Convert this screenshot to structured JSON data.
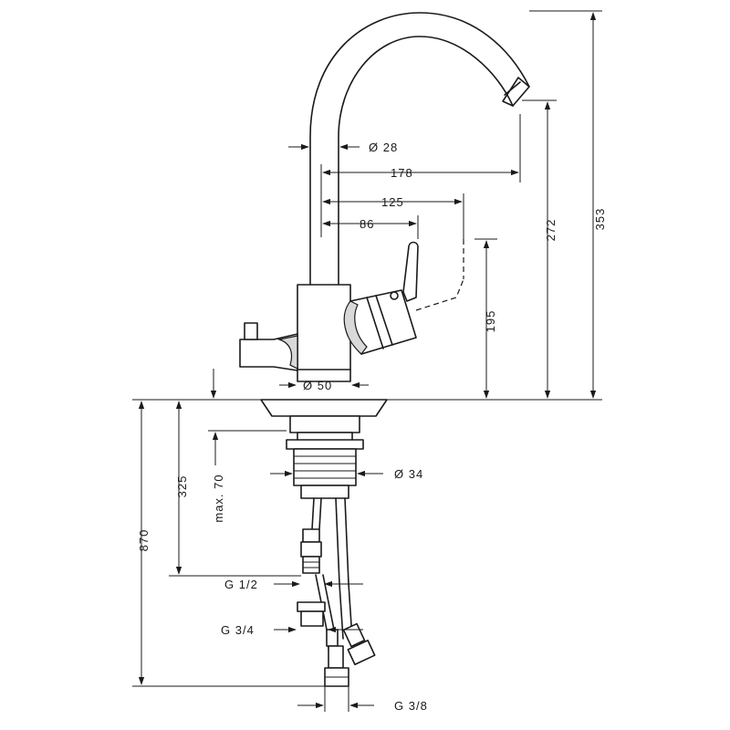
{
  "dimensions": {
    "spout_diameter": "Ø 28",
    "reach_178": "178",
    "reach_125": "125",
    "reach_86": "86",
    "height_353": "353",
    "height_272": "272",
    "height_195": "195",
    "base_diameter": "Ø 50",
    "shank_diameter": "Ø 34",
    "depth_325": "325",
    "max_70": "max. 70",
    "hose_870": "870",
    "thread_g12": "G 1/2",
    "thread_g34": "G 3/4",
    "thread_g38": "G 3/8"
  }
}
